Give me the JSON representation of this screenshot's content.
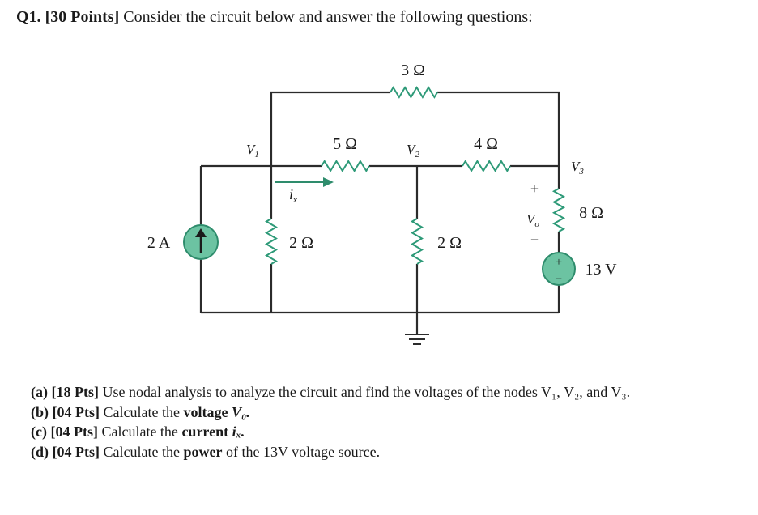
{
  "question": {
    "number": "Q1.",
    "points": "[30 Points]",
    "text": "Consider the circuit below and answer the following questions:"
  },
  "circuit": {
    "labels": {
      "r_top": "3 Ω",
      "r_left_h": "5 Ω",
      "r_right_h": "4 Ω",
      "r_left_v": "2 Ω",
      "r_mid_v": "2 Ω",
      "r_right_v": "8 Ω",
      "source_current": "2 A",
      "source_voltage": "13 V",
      "node1": "V",
      "node1_sub": "1",
      "node2": "V",
      "node2_sub": "2",
      "node3": "V",
      "node3_sub": "3",
      "vo": "V",
      "vo_sub": "o",
      "vo_plus": "+",
      "vo_minus": "−",
      "ix": "i",
      "ix_sub": "x",
      "vs_plus": "+",
      "vs_minus": "−"
    },
    "colors": {
      "wire": "#2b2b2b",
      "resistor": "#2e9a78",
      "source_fill": "#6cc3a2",
      "source_stroke": "#2e8c6c",
      "arrow": "#2e8c6c",
      "text": "#1a1a1a"
    }
  },
  "parts": [
    {
      "label": "(a)",
      "points": "[18 Pts]",
      "text": "Use nodal analysis to analyze the circuit and find the voltages of the nodes V₁, V₂, and V₃."
    },
    {
      "label": "(b)",
      "points": "[04 Pts]",
      "text_pre": "Calculate the ",
      "emph": "voltage",
      "var": "V₀."
    },
    {
      "label": "(c)",
      "points": "[04 Pts]",
      "text_pre": "Calculate the ",
      "emph": "current",
      "var": "iₓ."
    },
    {
      "label": "(d)",
      "points": "[04 Pts]",
      "text_pre": "Calculate the ",
      "emph": "power",
      "text_post": " of the 13V voltage source."
    }
  ]
}
